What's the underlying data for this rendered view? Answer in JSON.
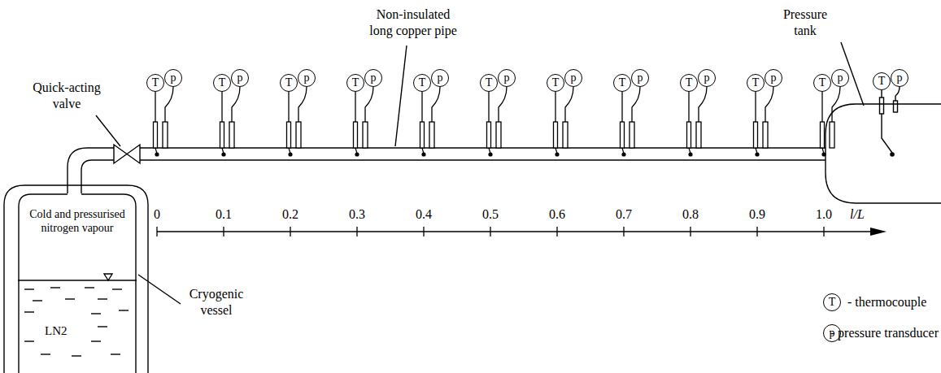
{
  "diagram": {
    "nodes": [
      {
        "text": [
          "Cold and pressurised nitrogen vapour",
          "LN2"
        ]
      },
      {
        "text": [
          "T"
        ]
      },
      {
        "text": [
          "p"
        ]
      },
      {
        "text": [
          "T"
        ]
      },
      {
        "text": [
          "p"
        ]
      },
      {
        "text": [
          "T"
        ]
      },
      {
        "text": [
          "p"
        ]
      },
      {
        "text": [
          "T"
        ]
      },
      {
        "text": [
          "p"
        ]
      },
      {
        "text": [
          "T"
        ]
      },
      {
        "text": [
          "p"
        ]
      },
      {
        "text": [
          "T"
        ]
      },
      {
        "text": [
          "p"
        ]
      },
      {
        "text": [
          "T"
        ]
      },
      {
        "text": [
          "p"
        ]
      },
      {
        "text": [
          "T"
        ]
      },
      {
        "text": [
          "p"
        ]
      },
      {
        "text": [
          "T"
        ]
      },
      {
        "text": [
          "p"
        ]
      },
      {
        "text": [
          "T"
        ]
      },
      {
        "text": [
          "p"
        ]
      },
      {
        "text": [
          "T"
        ]
      },
      {
        "text": [
          "p"
        ]
      },
      {
        "text": [
          "T"
        ]
      },
      {
        "text": [
          "p"
        ]
      },
      {
        "text": [
          "T"
        ]
      },
      {
        "text": [
          "p"
        ]
      }
    ],
    "labels": [
      "Quick-acting valve",
      "Non-insulated long copper pipe",
      "Pressure tank",
      "Cryogenic vessel",
      "0",
      "0.1",
      "0.2",
      "0.3",
      "0.4",
      "0.5",
      "0.6",
      "0.7",
      "0.8",
      "0.9",
      "1.0",
      "l/L"
    ],
    "legend": [
      {
        "text": "- thermocouple"
      },
      {
        "text": "- pressure transducer"
      }
    ]
  }
}
